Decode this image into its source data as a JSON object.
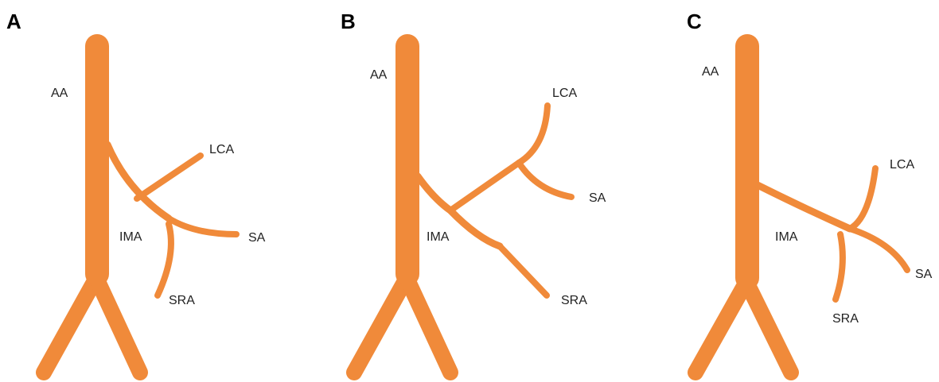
{
  "colors": {
    "vessel": "#f08a3a",
    "vessel_shadow": "#d46f1f",
    "vessel_highlight": "#f9a560",
    "label": "#222222",
    "panel_letter": "#000000"
  },
  "panels": [
    {
      "letter": "A",
      "labels": {
        "aa": "AA",
        "lca": "LCA",
        "ima": "IMA",
        "sa": "SA",
        "sra": "SRA"
      }
    },
    {
      "letter": "B",
      "labels": {
        "aa": "AA",
        "lca": "LCA",
        "ima": "IMA",
        "sa": "SA",
        "sra": "SRA"
      }
    },
    {
      "letter": "C",
      "labels": {
        "aa": "AA",
        "lca": "LCA",
        "ima": "IMA",
        "sa": "SA",
        "sra": "SRA"
      }
    }
  ]
}
